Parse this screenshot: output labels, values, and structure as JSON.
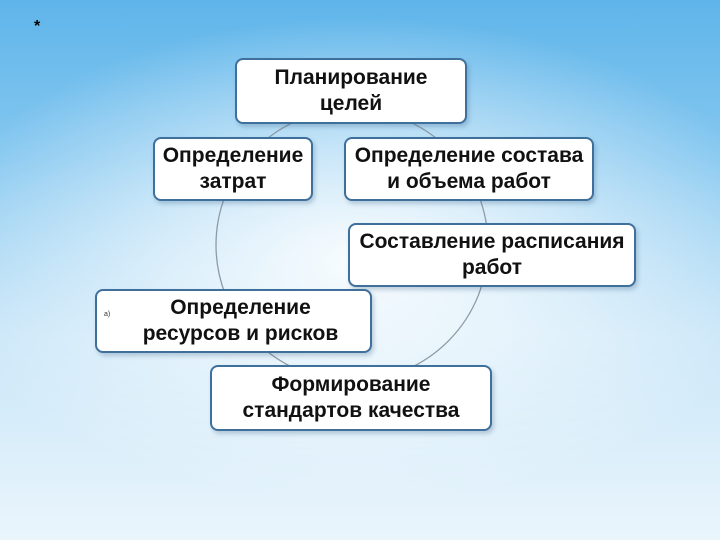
{
  "page_mark": "*",
  "diagram": {
    "nodes": [
      {
        "id": "goals",
        "label": "Планирование целей"
      },
      {
        "id": "costs",
        "label": "Определение затрат"
      },
      {
        "id": "scope",
        "label": "Определение состава и объема работ"
      },
      {
        "id": "schedule",
        "label": "Составление расписания работ"
      },
      {
        "id": "resources",
        "label": "Определение ресурсов и рисков",
        "bullet": "a)"
      },
      {
        "id": "quality",
        "label": "Формирование стандартов качества"
      }
    ],
    "connector": "circular-cycle"
  }
}
